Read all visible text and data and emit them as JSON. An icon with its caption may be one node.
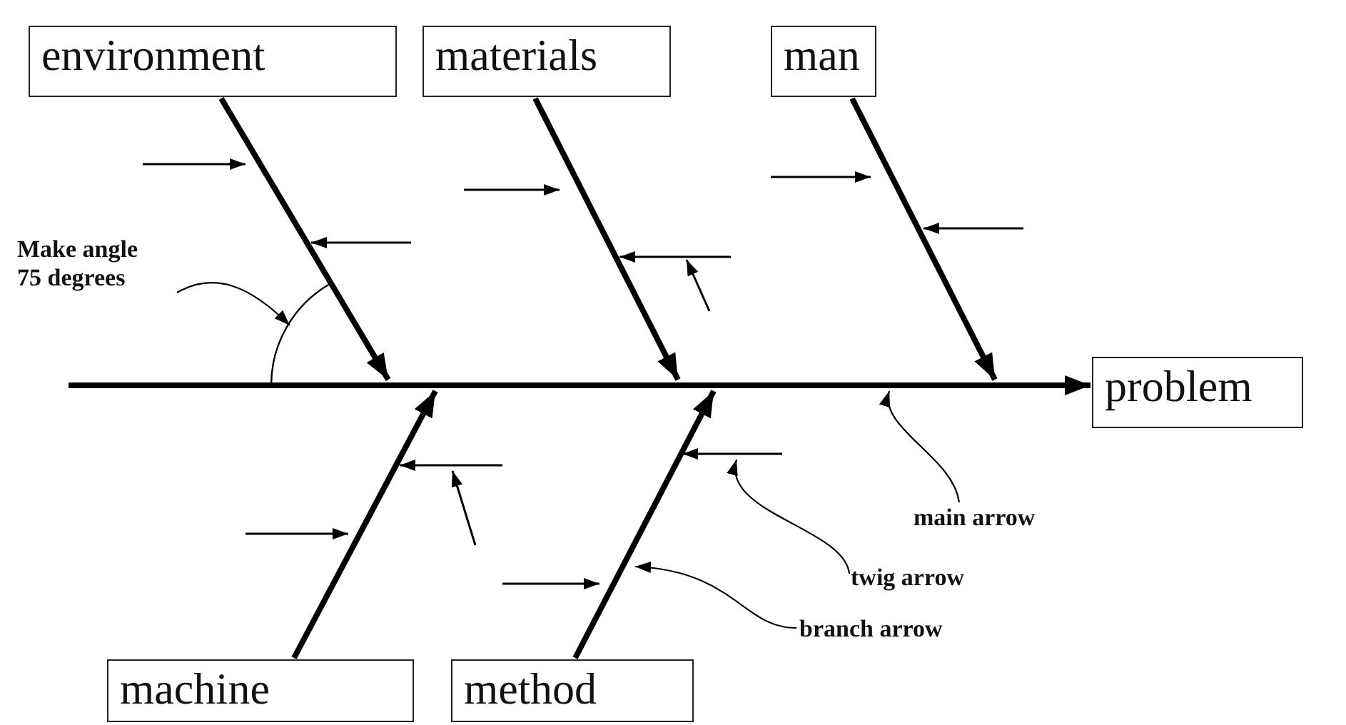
{
  "diagram": {
    "nodes": [
      {
        "text": [
          "environment"
        ]
      },
      {
        "text": [
          "materials"
        ]
      },
      {
        "text": [
          "man"
        ]
      },
      {
        "text": [
          "problem"
        ]
      },
      {
        "text": [
          "machine"
        ]
      },
      {
        "text": [
          "method"
        ]
      },
      {
        "text": [
          "Make angle 75 degrees"
        ]
      },
      {
        "text": [
          "main arrow"
        ]
      },
      {
        "text": [
          "twig arrow"
        ]
      },
      {
        "text": [
          "branch arrow"
        ]
      },
      {
        "text": [],
        "shape": "arc"
      }
    ],
    "edges": [
      {
        "from": null,
        "to": 3,
        "arrow": "to"
      },
      {
        "from": 0,
        "to": null,
        "arrow": "to"
      },
      {
        "from": 1,
        "to": null,
        "arrow": "to"
      },
      {
        "from": 2,
        "to": null,
        "arrow": "to"
      },
      {
        "from": 4,
        "to": null,
        "arrow": "to"
      },
      {
        "from": 5,
        "to": null,
        "arrow": "to"
      },
      {
        "from": 6,
        "to": 10,
        "arrow": "to"
      },
      {
        "from": 7,
        "to": null,
        "arrow": "to"
      },
      {
        "from": 8,
        "to": null,
        "arrow": "to"
      },
      {
        "from": 9,
        "to": null,
        "arrow": "to"
      }
    ]
  }
}
